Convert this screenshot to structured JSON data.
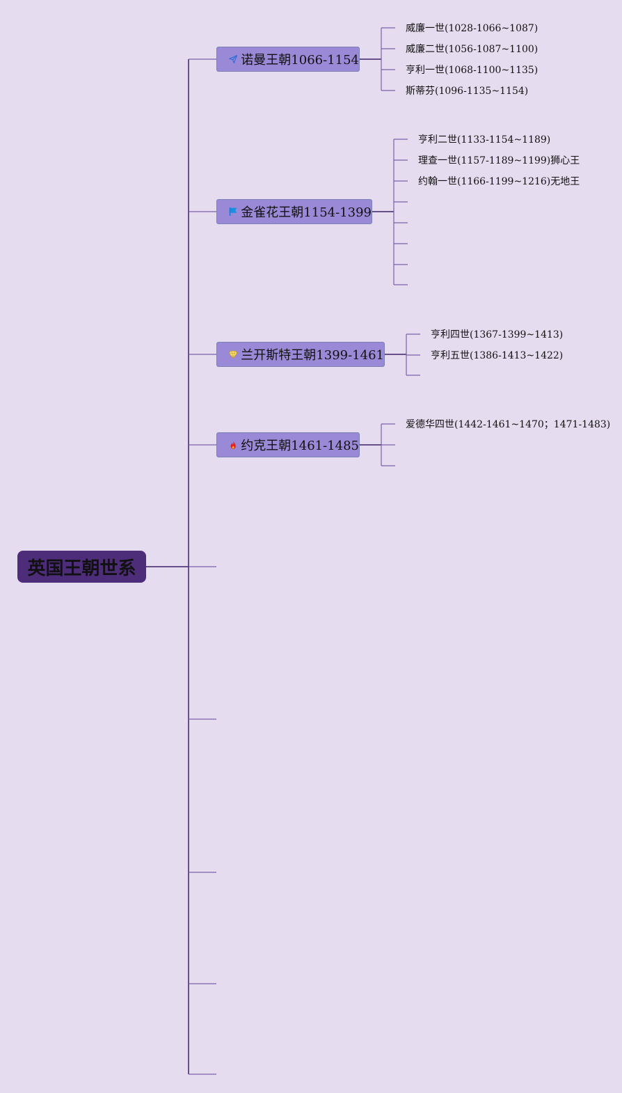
{
  "root": {
    "label": "英国王朝世系"
  },
  "branches": [
    {
      "label": "诺曼王朝1066-1154",
      "icon": "paper-plane-icon",
      "children": [
        "威廉一世(1028-1066~1087)",
        "威廉二世(1056-1087~1100)",
        "亨利一世(1068-1100~1135)",
        "斯蒂芬(1096-1135~1154)"
      ]
    },
    {
      "label": "金雀花王朝1154-1399",
      "icon": "flag-icon",
      "children": [
        "亨利二世(1133-1154~1189)",
        "理查一世(1157-1189~1199)狮心王",
        "约翰一世(1166-1199~1216)无地王",
        "",
        "",
        "",
        "",
        ""
      ]
    },
    {
      "label": "兰开斯特王朝1399-1461",
      "icon": "diamond-icon",
      "children": [
        "亨利四世(1367-1399~1413)",
        "亨利五世(1386-1413~1422)",
        ""
      ]
    },
    {
      "label": "约克王朝1461-1485",
      "icon": "fire-icon",
      "children": [
        "爱德华四世(1442-1461~1470；1471-1483)",
        "",
        ""
      ]
    },
    {
      "label": "",
      "icon": "",
      "children": []
    },
    {
      "label": "",
      "icon": "",
      "children": []
    },
    {
      "label": "",
      "icon": "",
      "children": []
    },
    {
      "label": "",
      "icon": "",
      "children": []
    },
    {
      "label": "",
      "icon": "",
      "children": []
    }
  ],
  "colors": {
    "background": "#e6dcef",
    "root_fill": "#4d2d7a",
    "branch_fill": "#9a89d6",
    "line": "#7a5fa8",
    "line_dark": "#3d2266"
  }
}
